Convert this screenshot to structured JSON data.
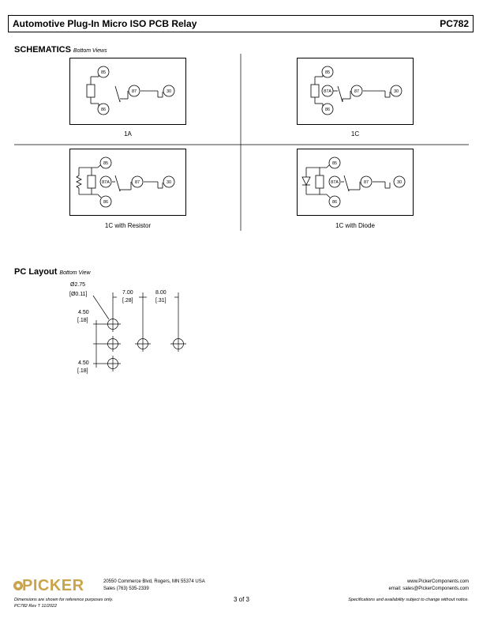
{
  "header": {
    "title": "Automotive Plug-In Micro ISO PCB Relay",
    "code": "PC782"
  },
  "schematics": {
    "title": "SCHEMATICS",
    "subtitle": "Bottom Views",
    "diagrams": [
      {
        "label": "1A",
        "pins": [
          "85",
          "87",
          "30",
          "86"
        ]
      },
      {
        "label": "1C",
        "pins": [
          "85",
          "87A",
          "87",
          "30",
          "86"
        ]
      },
      {
        "label": "1C with Resistor",
        "pins": [
          "85",
          "87A",
          "87",
          "30",
          "86"
        ]
      },
      {
        "label": "1C with Diode",
        "pins": [
          "85",
          "87A",
          "87",
          "30",
          "86"
        ]
      }
    ]
  },
  "pc_layout": {
    "title": "PC Layout",
    "subtitle": "Bottom View",
    "dims": {
      "hole_dia": "Ø2.75",
      "hole_dia_in": "[Ø0.11]",
      "pitch_h1": "7.00",
      "pitch_h1_in": "[.28]",
      "pitch_h2": "8.00",
      "pitch_h2_in": "[.31]",
      "pitch_v1": "4.50",
      "pitch_v1_in": "[.18]",
      "pitch_v2": "4.50",
      "pitch_v2_in": "[.18]"
    }
  },
  "footer": {
    "logo": "PICKER",
    "address": "20550 Commerce Blvd, Rogers, MN 55374 USA",
    "sales": "Sales (763) 535-2339",
    "disclaimer": "Dimensions are shown for reference purposes only.",
    "revision": "PC782 Rev T 11/2022",
    "page": "3 of 3",
    "website": "www.PickerComponents.com",
    "email": "email: sales@PickerComponents.com",
    "spec_note": "Specifications and availability subject to change without notice."
  }
}
